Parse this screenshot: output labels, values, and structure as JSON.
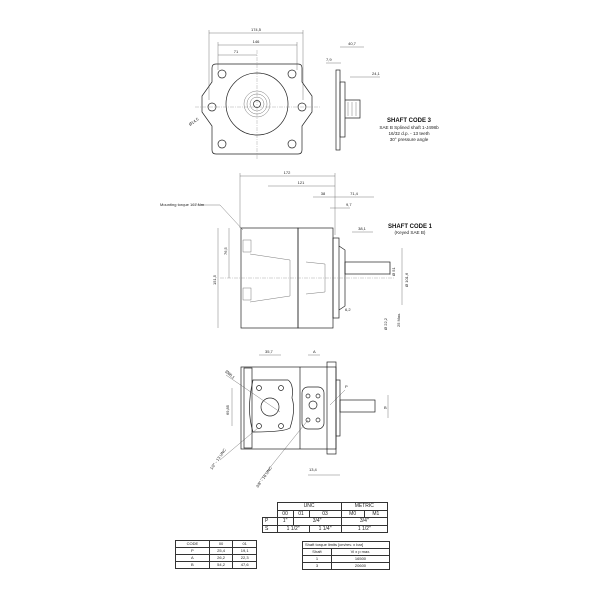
{
  "top_view": {
    "dims": {
      "overall": "174,5",
      "bolt_span": "146",
      "half": "71",
      "hole_dia": "Ø14,5",
      "side_len": "40,7",
      "flange_thk": "7,9",
      "spline_len": "24,1"
    },
    "shaft_code_title": "SHAFT CODE 3",
    "shaft_code_lines": [
      "SAE B  Splined shaft 1-J498b",
      "16/32 d.p. - 13 teeth",
      "30° pressure angle"
    ]
  },
  "middle_view": {
    "mounting_torque": "Mounting torque 167 Nm",
    "dims": {
      "length": "172",
      "rear": "121",
      "d38": "38",
      "d71": "71,4",
      "d97": "9,7",
      "key_len": "38,1",
      "half_h": "76,5",
      "height": "151,5",
      "d62": "6,2",
      "shaft_dia": "Ø 22,2",
      "key": "25 Max.",
      "d51": "Ø 51",
      "pilot": "Ø 101,6"
    },
    "shaft_code_title": "SHAFT CODE 1",
    "shaft_code_sub": "(Keyed SAE B)"
  },
  "bottom_view": {
    "dims": {
      "d357": "35,7",
      "A": "A",
      "d881": "Ø88,1",
      "d6985": "69,85",
      "thread1": "1/2\" - 13 UNC",
      "thread2": "3/8\" - 16 UNC",
      "d134": "13,4",
      "P": "P",
      "B": "B"
    }
  },
  "port_table": {
    "groups": [
      "UNC",
      "METRIC"
    ],
    "codes": [
      "00",
      "01",
      "03",
      "M0",
      "M1"
    ],
    "rows": [
      {
        "label": "P",
        "cells": [
          "1\"",
          "3/4\"",
          "3/4\""
        ]
      },
      {
        "label": "S",
        "cells": [
          "1 1/2\"",
          "1 1/4\"",
          "1 1/2\""
        ]
      }
    ]
  },
  "code_table": {
    "header": [
      "CODE",
      "00",
      "01"
    ],
    "rows": [
      [
        "P",
        "25,4",
        "19,1"
      ],
      [
        "A",
        "26,2",
        "22,3"
      ],
      [
        "B",
        "54,2",
        "47,6"
      ]
    ]
  },
  "torque_table": {
    "title": "Shaft torque limits [cm/rev. x bar]",
    "header": [
      "Shaft",
      "Vi x p max."
    ],
    "rows": [
      [
        "1",
        "16500"
      ],
      [
        "3",
        "20600"
      ]
    ]
  }
}
